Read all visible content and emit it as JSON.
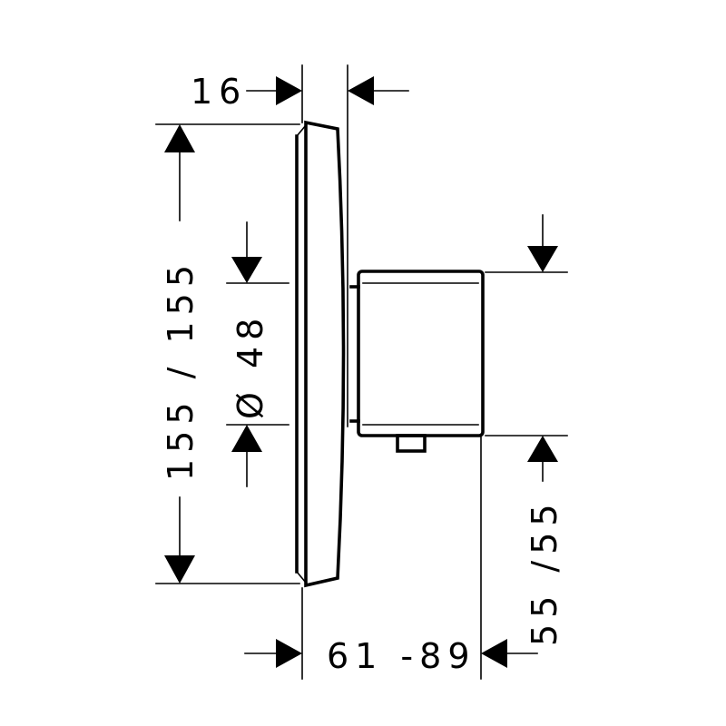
{
  "dimensions": {
    "depth_top": "16",
    "height": "155  /  155",
    "diameter": "Ø  48",
    "offset": "55 /55",
    "depth_range": "61 -89"
  }
}
